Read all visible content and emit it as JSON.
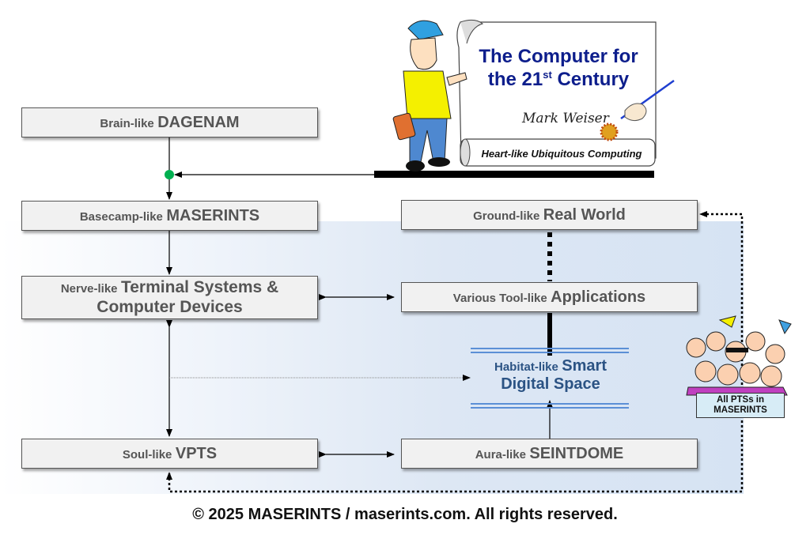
{
  "diagram": {
    "nodes": {
      "dagenam": {
        "prefix": "Brain-like",
        "name": "DAGENAM"
      },
      "maserints": {
        "prefix": "Basecamp-like",
        "name": "MASERINTS"
      },
      "terminal": {
        "prefix": "Nerve-like",
        "name_line1": "Terminal Systems &",
        "name_line2": "Computer Devices"
      },
      "vpts": {
        "prefix": "Soul-like",
        "name": "VPTS"
      },
      "real_world": {
        "prefix": "Ground-like",
        "name": "Real World"
      },
      "applications": {
        "prefix": "Various Tool-like",
        "name": "Applications"
      },
      "seintdome": {
        "prefix": "Aura-like",
        "name": "SEINTDOME"
      },
      "smart_space": {
        "prefix": "Habitat-like",
        "name_line1": "Smart",
        "name_line2": "Digital Space"
      }
    },
    "scroll": {
      "title_line1": "The Computer for",
      "title_line2_pre": "the 21",
      "title_line2_sup": "st",
      "title_line2_post": " Century",
      "signature": "Mark Weiser",
      "banner": "Heart-like Ubiquitous Computing"
    },
    "crowd": {
      "label_line1": "All PTSs in",
      "label_line2": "MASERINTS"
    },
    "colors": {
      "node_fill": "#f1f1f1",
      "node_text": "#555555",
      "smart_space_text": "#2b5384",
      "junction": "#00b050",
      "title": "#0d1e8c"
    }
  },
  "footer": {
    "copyright": "© 2025 MASERINTS / maserints.com. All rights reserved."
  }
}
